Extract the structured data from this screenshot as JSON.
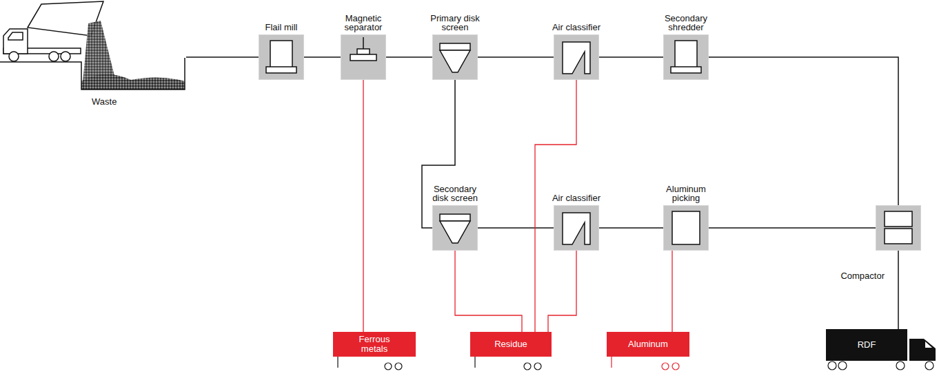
{
  "diagram": {
    "nodes": [
      {
        "text": [
          "Waste"
        ]
      },
      {
        "text": [
          "Flail mill"
        ]
      },
      {
        "text": [
          "Magnetic separator"
        ]
      },
      {
        "text": [
          "Primary disk screen"
        ]
      },
      {
        "text": [
          "Air classifier"
        ]
      },
      {
        "text": [
          "Secondary shredder"
        ]
      },
      {
        "text": [
          "Secondary disk screen"
        ]
      },
      {
        "text": [
          "Air classifier"
        ]
      },
      {
        "text": [
          "Aluminum picking"
        ]
      },
      {
        "text": [
          "Compactor"
        ]
      },
      {
        "text": [
          "Ferrous metals"
        ]
      },
      {
        "text": [
          "Residue"
        ]
      },
      {
        "text": [
          "Aluminum"
        ]
      },
      {
        "text": [
          "RDF"
        ]
      }
    ],
    "edges": [
      {
        "from": 0,
        "to": 1,
        "arrow": "none"
      },
      {
        "from": 1,
        "to": 2,
        "arrow": "none"
      },
      {
        "from": 2,
        "to": 3,
        "arrow": "none"
      },
      {
        "from": 3,
        "to": 4,
        "arrow": "none"
      },
      {
        "from": 4,
        "to": 5,
        "arrow": "none"
      },
      {
        "from": 5,
        "to": 9,
        "arrow": "none"
      },
      {
        "from": 3,
        "to": 6,
        "arrow": "none"
      },
      {
        "from": 6,
        "to": 7,
        "arrow": "none"
      },
      {
        "from": 7,
        "to": 8,
        "arrow": "none"
      },
      {
        "from": 8,
        "to": 9,
        "arrow": "none"
      },
      {
        "from": 9,
        "to": 13,
        "arrow": "none"
      },
      {
        "from": 2,
        "to": 10,
        "arrow": "none"
      },
      {
        "from": 6,
        "to": 11,
        "arrow": "none"
      },
      {
        "from": 4,
        "to": 11,
        "arrow": "none"
      },
      {
        "from": 7,
        "to": 11,
        "arrow": "none"
      },
      {
        "from": 8,
        "to": 12,
        "arrow": "none"
      }
    ]
  }
}
